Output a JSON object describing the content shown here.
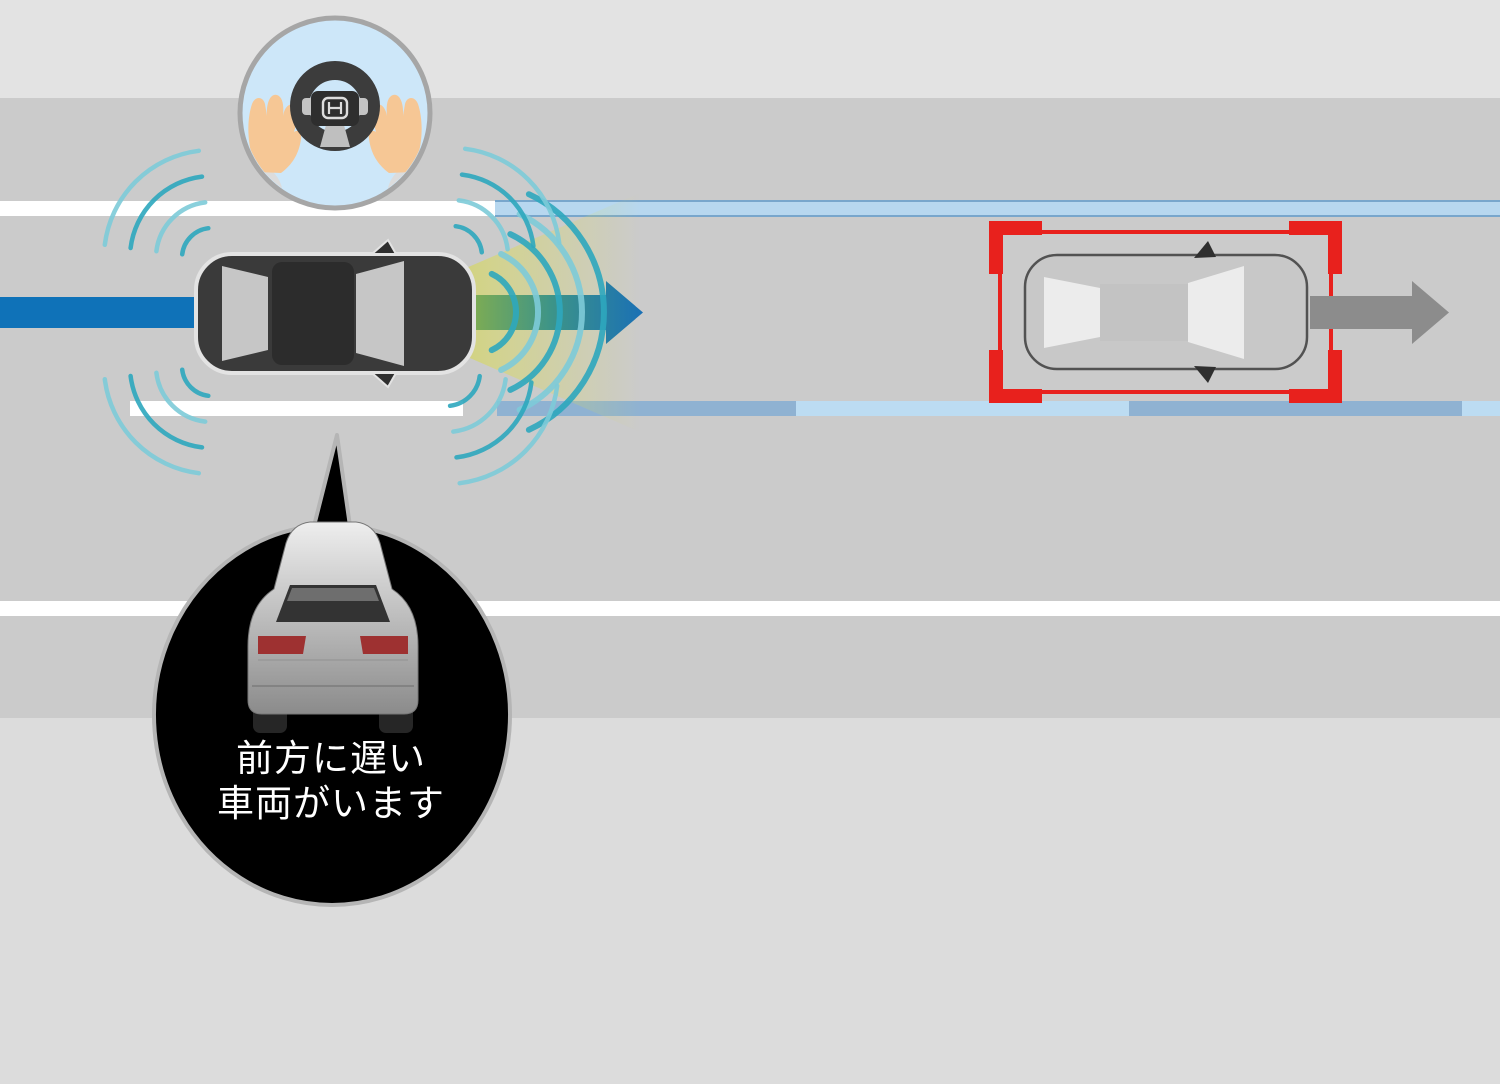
{
  "title": "driver-assist-slow-vehicle-ahead-diagram",
  "alert_bubble": {
    "line1": "前方に遅い",
    "line2": "車両がいます",
    "background": "#000000",
    "text_color": "#ffffff",
    "outline": "#b5b5b5",
    "icon": "rear-view-car-image"
  },
  "badge": {
    "icon": "hands-on-steering-wheel-icon",
    "logo": "honda-h-logo",
    "background": "#cde7f9",
    "border": "#a6a6a6",
    "wheel_color": "#3c3c3c",
    "hands_color": "#f6c795"
  },
  "ego_vehicle": {
    "icon": "ego-car-top-view",
    "body_color": "#3a3a3a",
    "glass_color": "#c6c6c6"
  },
  "lead_vehicle": {
    "icon": "lead-car-top-view",
    "body_color": "#c8c8c8",
    "glass_color": "#ececec"
  },
  "palette": {
    "ego_trail_blue": "#0f72b8",
    "bracket_red": "#e8211d",
    "lead_arrow_gray": "#8c8c8c",
    "radar_wave_teal": "#2ea8be",
    "radar_wave_teal_light": "#7ecbd9",
    "camera_cone_yellow": "#d9da5a",
    "forward_arrow_gradient": [
      "#7bab55",
      "#3d9488",
      "#1a70b5"
    ],
    "road_surface": "#cbcbcb",
    "offroad_top": "#e3e3e3",
    "offroad_bottom": "#dcdcdc",
    "lane_marking_white": "#ffffff",
    "lane_detect_light_blue": "#b7d7ef",
    "lane_detect_steel_blue": "#8fb2d2",
    "lane_detect_border_blue": "#78a6cc"
  },
  "icons": [
    "hands-on-steering-wheel-icon",
    "radar-wave-icon",
    "camera-detection-cone-icon",
    "ego-car-icon",
    "forward-arrow-icon",
    "lead-car-icon",
    "detection-bracket-icon",
    "alert-bubble-icon",
    "rear-view-car-image"
  ]
}
